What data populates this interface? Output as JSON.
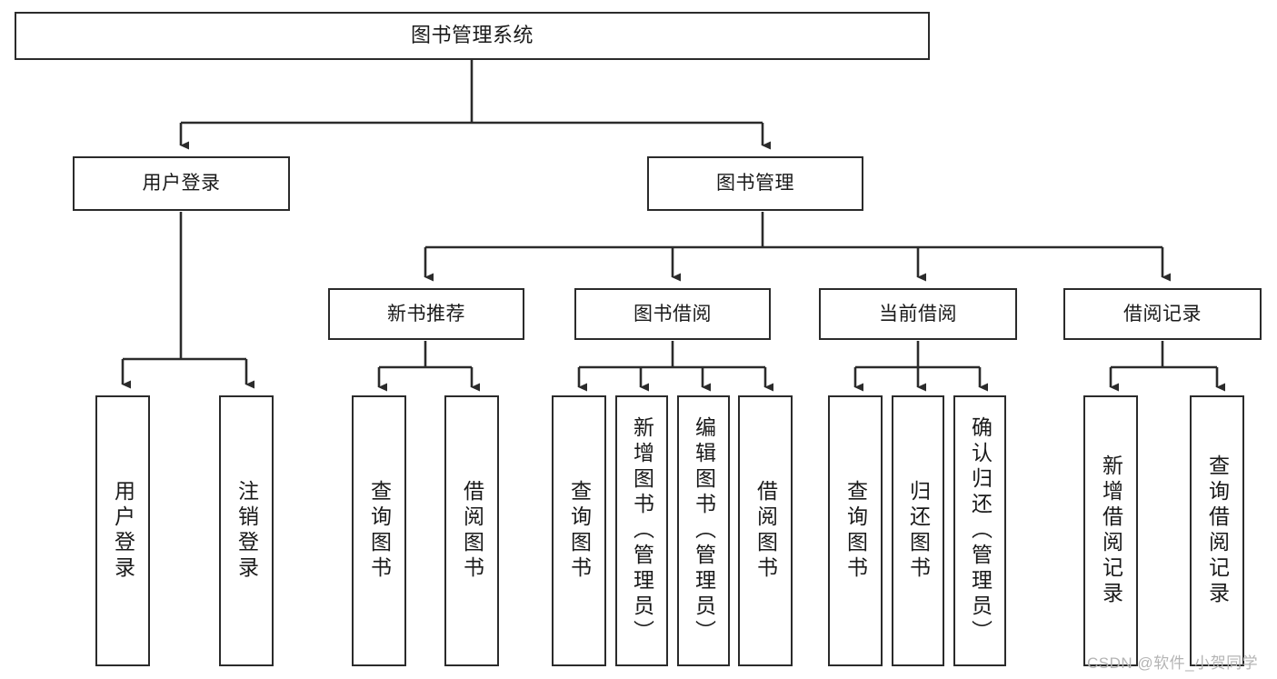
{
  "diagram": {
    "title": "图书管理系统",
    "type": "hierarchy-tree",
    "root": {
      "label": "图书管理系统"
    },
    "level2": [
      {
        "label": "用户登录"
      },
      {
        "label": "图书管理"
      }
    ],
    "level3": [
      {
        "label": "新书推荐"
      },
      {
        "label": "图书借阅"
      },
      {
        "label": "当前借阅"
      },
      {
        "label": "借阅记录"
      }
    ],
    "leaves": {
      "user_login": [
        {
          "label": "用户登录"
        },
        {
          "label": "注销登录"
        }
      ],
      "new_book_recommend": [
        {
          "label": "查询图书"
        },
        {
          "label": "借阅图书"
        }
      ],
      "book_borrow": [
        {
          "label": "查询图书"
        },
        {
          "label": "新增图书（管理员）"
        },
        {
          "label": "编辑图书（管理员）"
        },
        {
          "label": "借阅图书"
        }
      ],
      "current_borrow": [
        {
          "label": "查询图书"
        },
        {
          "label": "归还图书"
        },
        {
          "label": "确认归还（管理员）"
        }
      ],
      "borrow_record": [
        {
          "label": "新增借阅记录"
        },
        {
          "label": "查询借阅记录"
        }
      ]
    }
  },
  "watermark": {
    "text": "CSDN @软件_小贺同学"
  },
  "colors": {
    "stroke": "#2b2b2b",
    "fill": "#ffffff",
    "text": "#1a1a1a",
    "watermark": "#b4b4b4"
  }
}
